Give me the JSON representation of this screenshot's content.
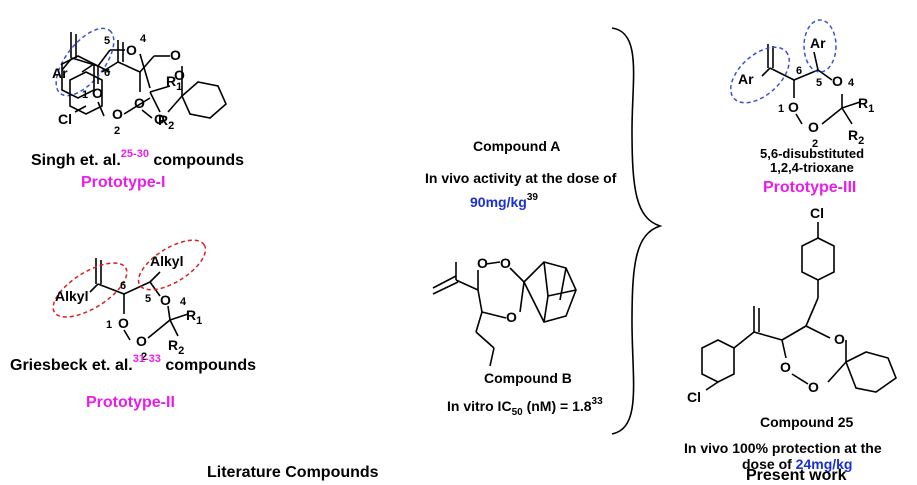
{
  "colors": {
    "magenta": "#e81ee8",
    "blue": "#1a2fd6",
    "blue_dash": "#3a52d8",
    "red_dash": "#d82020"
  },
  "proto1": {
    "atoms": {
      "ar": "Ar",
      "n5": "5",
      "o4": "O",
      "n4": "4",
      "n6": "6",
      "o1": "O",
      "n1": "1",
      "o2": "O",
      "n2": "2",
      "r1": "R",
      "r1s": "1",
      "r2": "R",
      "r2s": "2"
    },
    "caption": {
      "author": "Singh et. al.",
      "refs": "25-30",
      "tail": " compounds"
    },
    "prototype": "Prototype-I"
  },
  "proto2": {
    "atoms": {
      "alkyl_left": "Alkyl",
      "alkyl_right": "Alkyl",
      "n6": "6",
      "n5": "5",
      "o4": "O",
      "n4": "4",
      "n1": "1",
      "o1": "O",
      "o2": "O",
      "n2": "2",
      "r1": "R",
      "r1s": "1",
      "r2": "R",
      "r2s": "2"
    },
    "caption": {
      "author": "Griesbeck et. al.",
      "refs": "31-33",
      "tail": " compounds"
    },
    "prototype": "Prototype-II"
  },
  "compoundA": {
    "atoms": {
      "cl": "Cl",
      "o_top": "O",
      "o_mid": "O",
      "o_l": "O",
      "o_r": "O"
    },
    "name": "Compound A",
    "activity_line1": "In vivo activity at the dose of",
    "dose": "90mg/kg",
    "dose_ref": "39"
  },
  "compoundB": {
    "atoms": {
      "o_tl": "O",
      "o_tr": "O",
      "o_br": "O"
    },
    "name": "Compound B",
    "ic_prefix": "In vitro  IC",
    "ic_sub": "50",
    "ic_suffix": " (nM) = 1.8",
    "ic_ref": "33"
  },
  "proto3": {
    "atoms": {
      "ar_top": "Ar",
      "ar_left": "Ar",
      "n6": "6",
      "n5": "5",
      "o4": "O",
      "n4": "4",
      "n1": "1",
      "o1": "O",
      "o2": "O",
      "n2": "2",
      "r1": "R",
      "r1s": "1",
      "r2": "R",
      "r2s": "2"
    },
    "desc_line1": "5,6-disubstituted",
    "desc_line2": "1,2,4-trioxane",
    "prototype": "Prototype-III"
  },
  "compound25": {
    "atoms": {
      "cl_top": "Cl",
      "cl_left": "Cl",
      "o_a": "O",
      "o_b": "O",
      "o_c": "O"
    },
    "name": "Compound 25",
    "activity_line1": "In vivo 100% protection at the",
    "activity_line2_prefix": "dose of ",
    "dose": "24mg/kg"
  },
  "footer": {
    "left": "Literature Compounds",
    "right": "Present work"
  }
}
